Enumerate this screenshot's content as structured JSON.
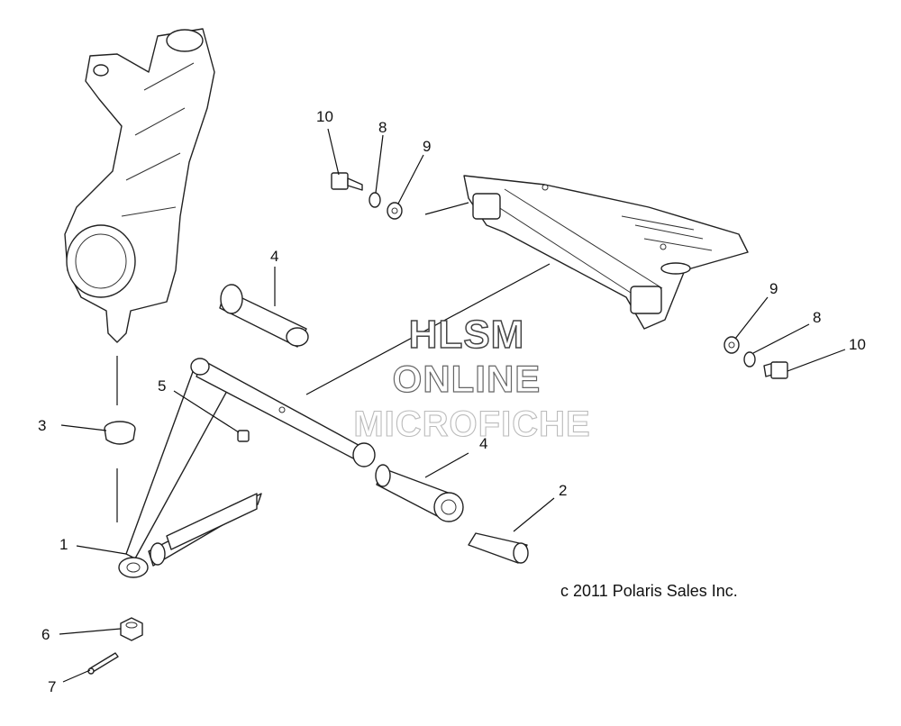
{
  "watermark": {
    "line1": "HLSM",
    "line2": "ONLINE",
    "line3": "MICROFICHE"
  },
  "copyright": "c 2011 Polaris Sales Inc.",
  "callouts": {
    "c1": "1",
    "c2": "2",
    "c3": "3",
    "c4a": "4",
    "c4b": "4",
    "c5": "5",
    "c6": "6",
    "c7": "7",
    "c8a": "8",
    "c8b": "8",
    "c9a": "9",
    "c9b": "9",
    "c10a": "10",
    "c10b": "10"
  }
}
